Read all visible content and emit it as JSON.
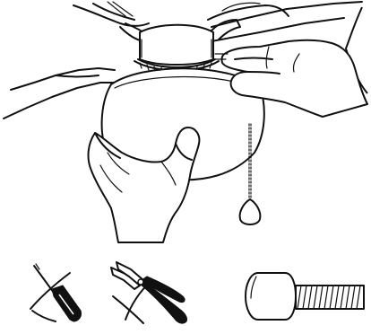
{
  "figure": {
    "scene": {
      "icons": [
        "ceiling-fan-motor-icon",
        "light-kit-bowl-icon",
        "hand-icon",
        "pull-chain-icon"
      ]
    },
    "tools": {
      "screwdriver": {
        "icon": "screwdriver-icon",
        "status": "not-required",
        "mark": "cross-out"
      },
      "pliers": {
        "icon": "pliers-icon",
        "status": "not-required",
        "mark": "cross-out"
      },
      "thumb_screw": {
        "icon": "thumb-screw-icon",
        "status": "hardware"
      }
    },
    "colors": {
      "ink": "#111111",
      "paper": "#ffffff"
    }
  }
}
